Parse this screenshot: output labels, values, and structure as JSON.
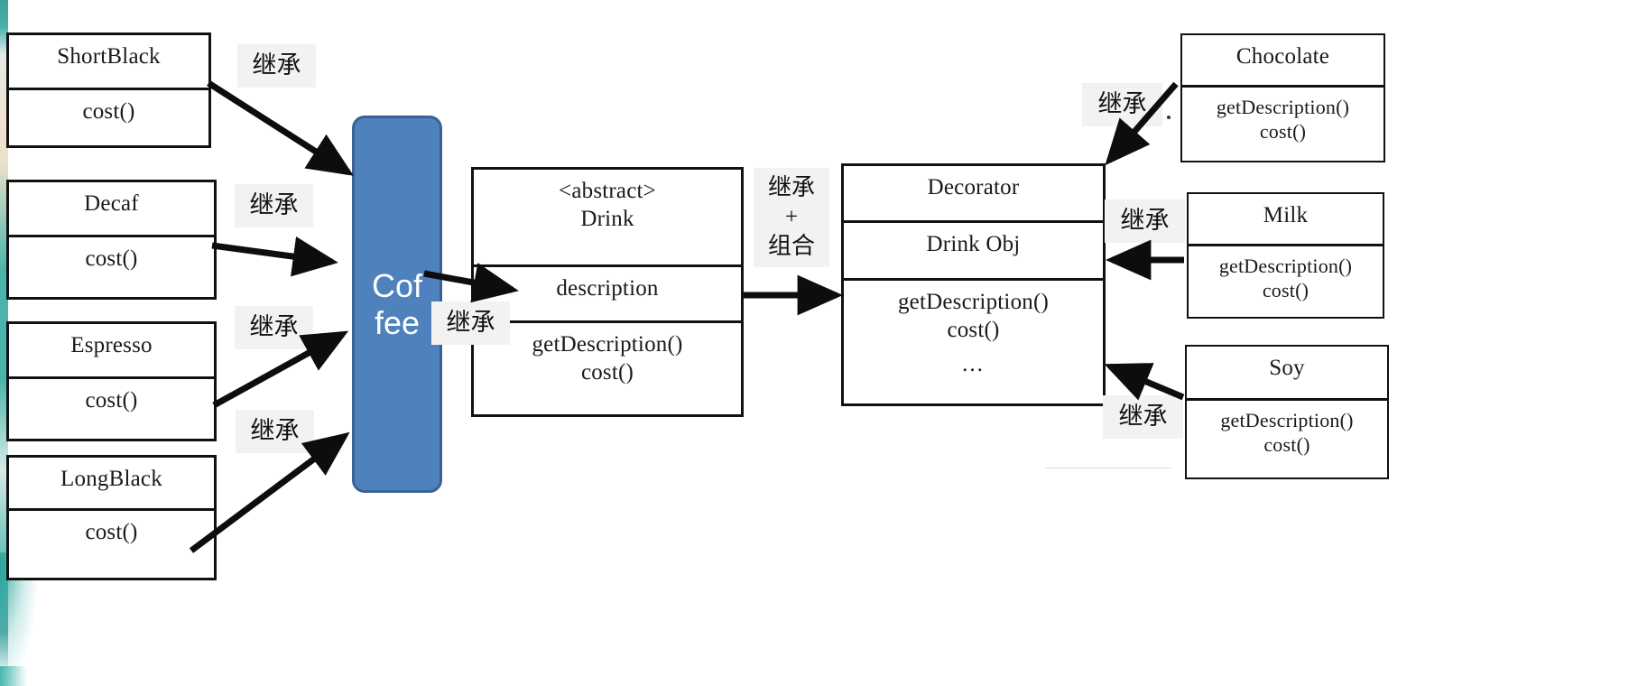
{
  "diagram": {
    "title": "Coffee Decorator Pattern UML",
    "colors": {
      "pill_fill": "#4F81BD",
      "pill_border": "#3A6298",
      "box_border": "#111111",
      "chip_bg": "#F2F2F2",
      "edge_artifact": "#2AA79C"
    }
  },
  "left_classes": [
    {
      "name": "ShortBlack",
      "members": [
        "cost()"
      ]
    },
    {
      "name": "Decaf",
      "members": [
        "cost()"
      ]
    },
    {
      "name": "Espresso",
      "members": [
        "cost()"
      ]
    },
    {
      "name": "LongBlack",
      "members": [
        "cost()"
      ]
    }
  ],
  "pill": {
    "line1": "Cof",
    "line2": "fee"
  },
  "drink_class": {
    "stereotype": "<abstract>",
    "name": "Drink",
    "attributes": [
      "description"
    ],
    "methods": [
      "getDescription()",
      "cost()"
    ]
  },
  "decorator_class": {
    "name": "Decorator",
    "attributes": [
      "Drink Obj"
    ],
    "methods": [
      "getDescription()",
      "cost()"
    ],
    "ellipsis": "..."
  },
  "right_classes": [
    {
      "name": "Chocolate",
      "members": [
        "getDescription()",
        "cost()"
      ]
    },
    {
      "name": "Milk",
      "members": [
        "getDescription()",
        "cost()"
      ]
    },
    {
      "name": "Soy",
      "members": [
        "getDescription()",
        "cost()"
      ]
    }
  ],
  "labels": {
    "inherit": "继承",
    "inherit_plus_composition_l1": "继承",
    "inherit_plus_composition_plus": "+",
    "inherit_plus_composition_l2": "组合"
  },
  "label_positions": [
    {
      "id": "inherit-shortblack",
      "text": "继承"
    },
    {
      "id": "inherit-decaf",
      "text": "继承"
    },
    {
      "id": "inherit-espresso",
      "text": "继承"
    },
    {
      "id": "inherit-longblack",
      "text": "继承"
    },
    {
      "id": "inherit-drink",
      "text": "继承"
    },
    {
      "id": "inherit-chocolate",
      "text": "继承"
    },
    {
      "id": "inherit-milk",
      "text": "继承"
    },
    {
      "id": "inherit-soy",
      "text": "继承"
    }
  ]
}
